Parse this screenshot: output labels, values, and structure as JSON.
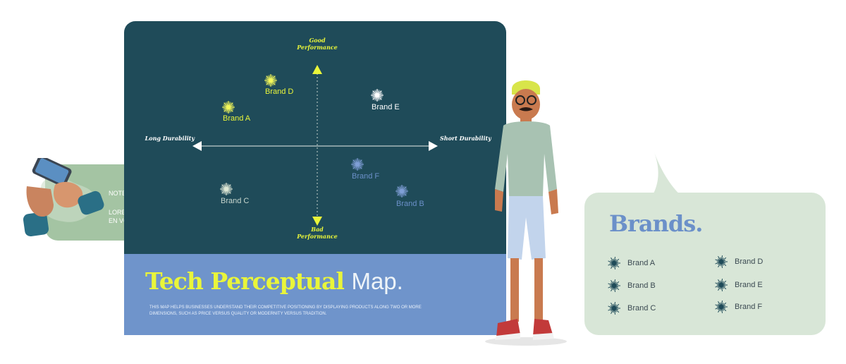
{
  "map": {
    "top_label": "Good Performance",
    "bottom_label": "Bad Performance",
    "left_label": "Long Durability",
    "right_label": "Short Durability",
    "brands": [
      {
        "name": "Brand D",
        "tone": "yellow"
      },
      {
        "name": "Brand A",
        "tone": "yellow"
      },
      {
        "name": "Brand E",
        "tone": "white"
      },
      {
        "name": "Brand F",
        "tone": "blue"
      },
      {
        "name": "Brand B",
        "tone": "blue"
      },
      {
        "name": "Brand C",
        "tone": "pale"
      }
    ]
  },
  "title": {
    "part1": "Tech Perceptual",
    "part2": "Map."
  },
  "description": "This map helps businesses understand their competitive positioning by displaying products along two or more dimensions, such as price versus quality or modernity versus tradition.",
  "note": {
    "title": "NOTE HERE:",
    "body": "LOREM IPSUM IS RAT EN VOC ANIMS."
  },
  "legend": {
    "title": "Brands.",
    "items": [
      "Brand A",
      "Brand B",
      "Brand C",
      "Brand D",
      "Brand E",
      "Brand F"
    ]
  },
  "colors": {
    "map_bg": "#1f4b59",
    "bottom_bg": "#6f94cb",
    "accent_yellow": "#e9f53a",
    "brand_blue": "#6b90c9",
    "note_green": "#a4c4a3",
    "legend_bg": "#d8e6d7"
  }
}
